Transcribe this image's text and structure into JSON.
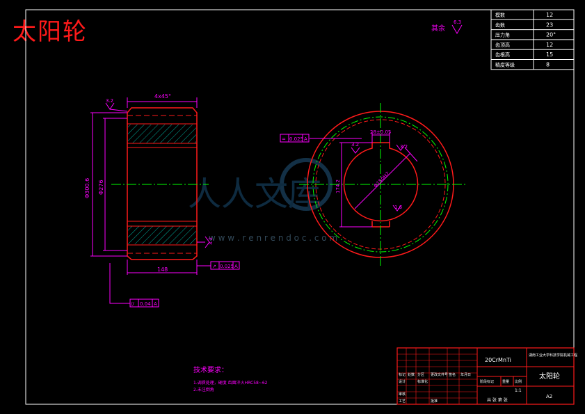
{
  "title": "太阳轮",
  "roughness_note": {
    "label": "其余",
    "value": "6.3"
  },
  "param_table": [
    {
      "name": "模数",
      "value": "12"
    },
    {
      "name": "齿数",
      "value": "23"
    },
    {
      "name": "压力角",
      "value": "20°"
    },
    {
      "name": "齿顶高",
      "value": "12"
    },
    {
      "name": "齿根高",
      "value": "15"
    },
    {
      "name": "精度等级",
      "value": "8"
    }
  ],
  "side_view": {
    "chamfer": "4x45°",
    "roughness_top": "3.2",
    "roughness_bottom": "3.2",
    "dim_outer": "Φ300.6",
    "dim_inner": "Φ276",
    "width": "148",
    "gtol1": {
      "symbol": "↗",
      "value": "0.025",
      "datum": "A"
    },
    "gtol2": {
      "symbol": "//",
      "value": "0.04",
      "datum": "A"
    }
  },
  "front_view": {
    "gtol": {
      "symbol": "=",
      "value": "0.025",
      "datum": "A"
    },
    "keyway_width": "28±0.05",
    "dim_bore_depth": "174.2",
    "bore_dia": "Φ150H7",
    "roughness_a": "3.2",
    "roughness_b": "3.2",
    "roughness_c": "1.6"
  },
  "tech_req": {
    "heading": "技术要求：",
    "items": [
      "1.调质处理，硬度 齿面淬火HRC58~62",
      "2.未注倒角"
    ]
  },
  "title_block": {
    "material": "20CrMnTi",
    "part_name": "太阳轮",
    "school": "湖南工业大学科技学院机械工程",
    "drawing_no": "A2",
    "scale_label": "比例",
    "scale": "1:1",
    "sheet_label": "共 张 第 张",
    "labels": [
      "标记",
      "处数",
      "分区",
      "更改文件号",
      "签名",
      "年月日",
      "设计",
      "标准化",
      "审核",
      "工艺",
      "批准",
      "阶段标记",
      "重量"
    ]
  },
  "watermark": {
    "text": "人人文库",
    "url": "w w w . r e n r e n d o c . c o m"
  },
  "colors": {
    "background": "#000000",
    "outline": "#ff1a1a",
    "dimension": "#ff00ff",
    "centerline": "#00ff00",
    "table": "#ffffff"
  }
}
